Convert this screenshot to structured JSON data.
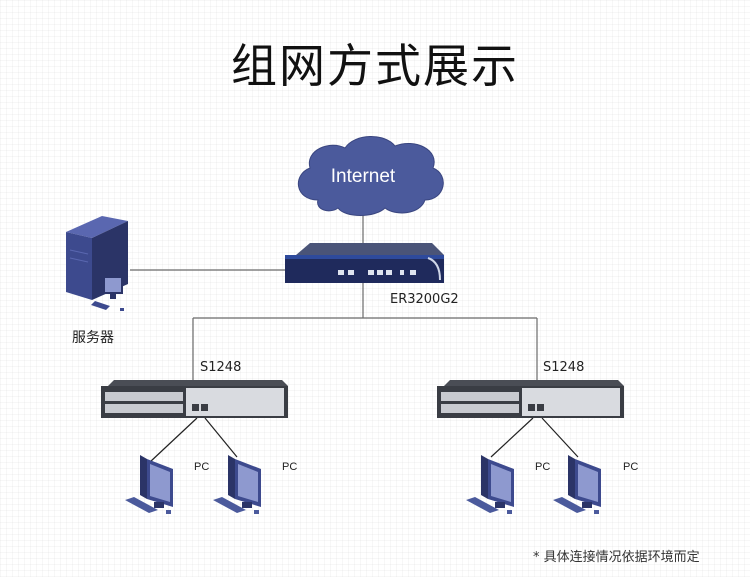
{
  "title": "组网方式展示",
  "cloud": {
    "label": "Internet",
    "color": "#4b5a9c"
  },
  "router": {
    "model": "ER3200G2"
  },
  "server": {
    "label": "服务器"
  },
  "switches": [
    {
      "model": "S1248",
      "pcs": [
        {
          "label": "PC"
        },
        {
          "label": "PC"
        }
      ]
    },
    {
      "model": "S1248",
      "pcs": [
        {
          "label": "PC"
        },
        {
          "label": "PC"
        }
      ]
    }
  ],
  "note": "* 具体连接情况依据环境而定",
  "colors": {
    "device_blue": "#3d4a8e",
    "device_dark": "#2b3467",
    "line": "#666666",
    "switch_body": "#3a3d44"
  }
}
